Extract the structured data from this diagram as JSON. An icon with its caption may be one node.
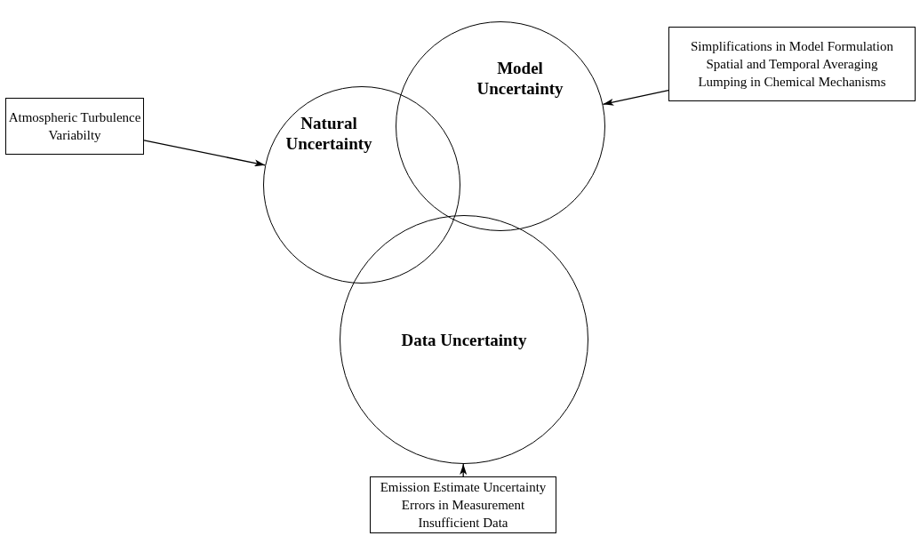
{
  "diagram": {
    "nodes": [
      {
        "text": [
          "Atmospheric Turbulence",
          "Variabilty"
        ]
      },
      {
        "text": [
          "Natural Uncertainty"
        ]
      },
      {
        "text": [
          "Model Uncertainty"
        ]
      },
      {
        "text": [
          "Simplifications in Model Formulation",
          "Spatial and Temporal Averaging",
          "Lumping in Chemical Mechanisms"
        ]
      },
      {
        "text": [
          "Data Uncertainty"
        ]
      },
      {
        "text": [
          "Emission Estimate Uncertainty",
          "Errors in Measurement",
          "Insufficient Data"
        ]
      }
    ],
    "edges": [
      {
        "from": 0,
        "to": 1,
        "arrow": "to"
      },
      {
        "from": 3,
        "to": 2,
        "arrow": "to"
      },
      {
        "from": 5,
        "to": 4,
        "arrow": "to"
      }
    ]
  }
}
